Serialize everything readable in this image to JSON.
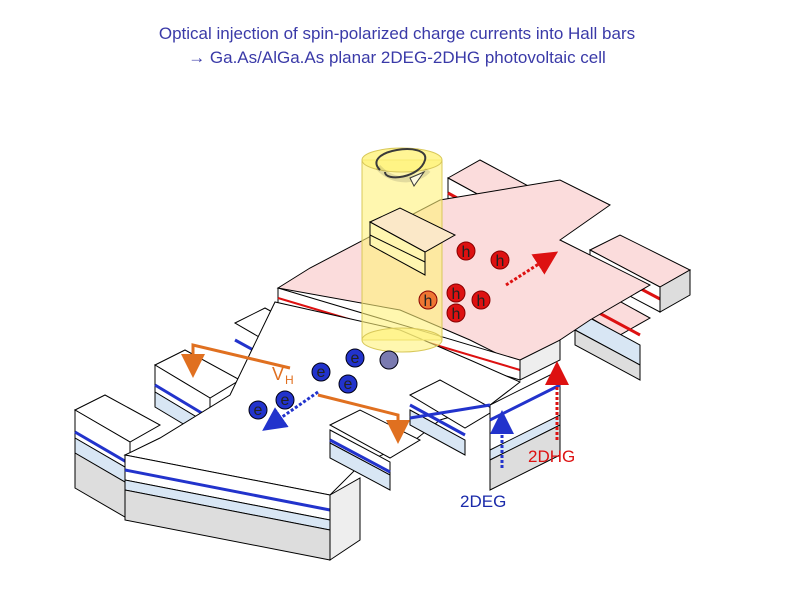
{
  "title": {
    "line1": "Optical injection of spin-polarized charge currents into Hall bars",
    "line2": "→ Ga.As/AlGa.As planar 2DEG-2DHG photovoltaic cell"
  },
  "labels": {
    "vh_main": "V",
    "vh_sub": "H",
    "label_2deg": "2DEG",
    "label_2dhg": "2DHG"
  },
  "carriers": {
    "hole": "h",
    "electron": "e"
  },
  "colors": {
    "title": "#3a3aa8",
    "electron": "#2233cc",
    "hole": "#dd1111",
    "p_layer": "#fbdcdc",
    "beam": "#fff27a",
    "arrow_orange": "#e07020",
    "label_red": "#dd1111",
    "label_blue": "#1a2aaa"
  }
}
